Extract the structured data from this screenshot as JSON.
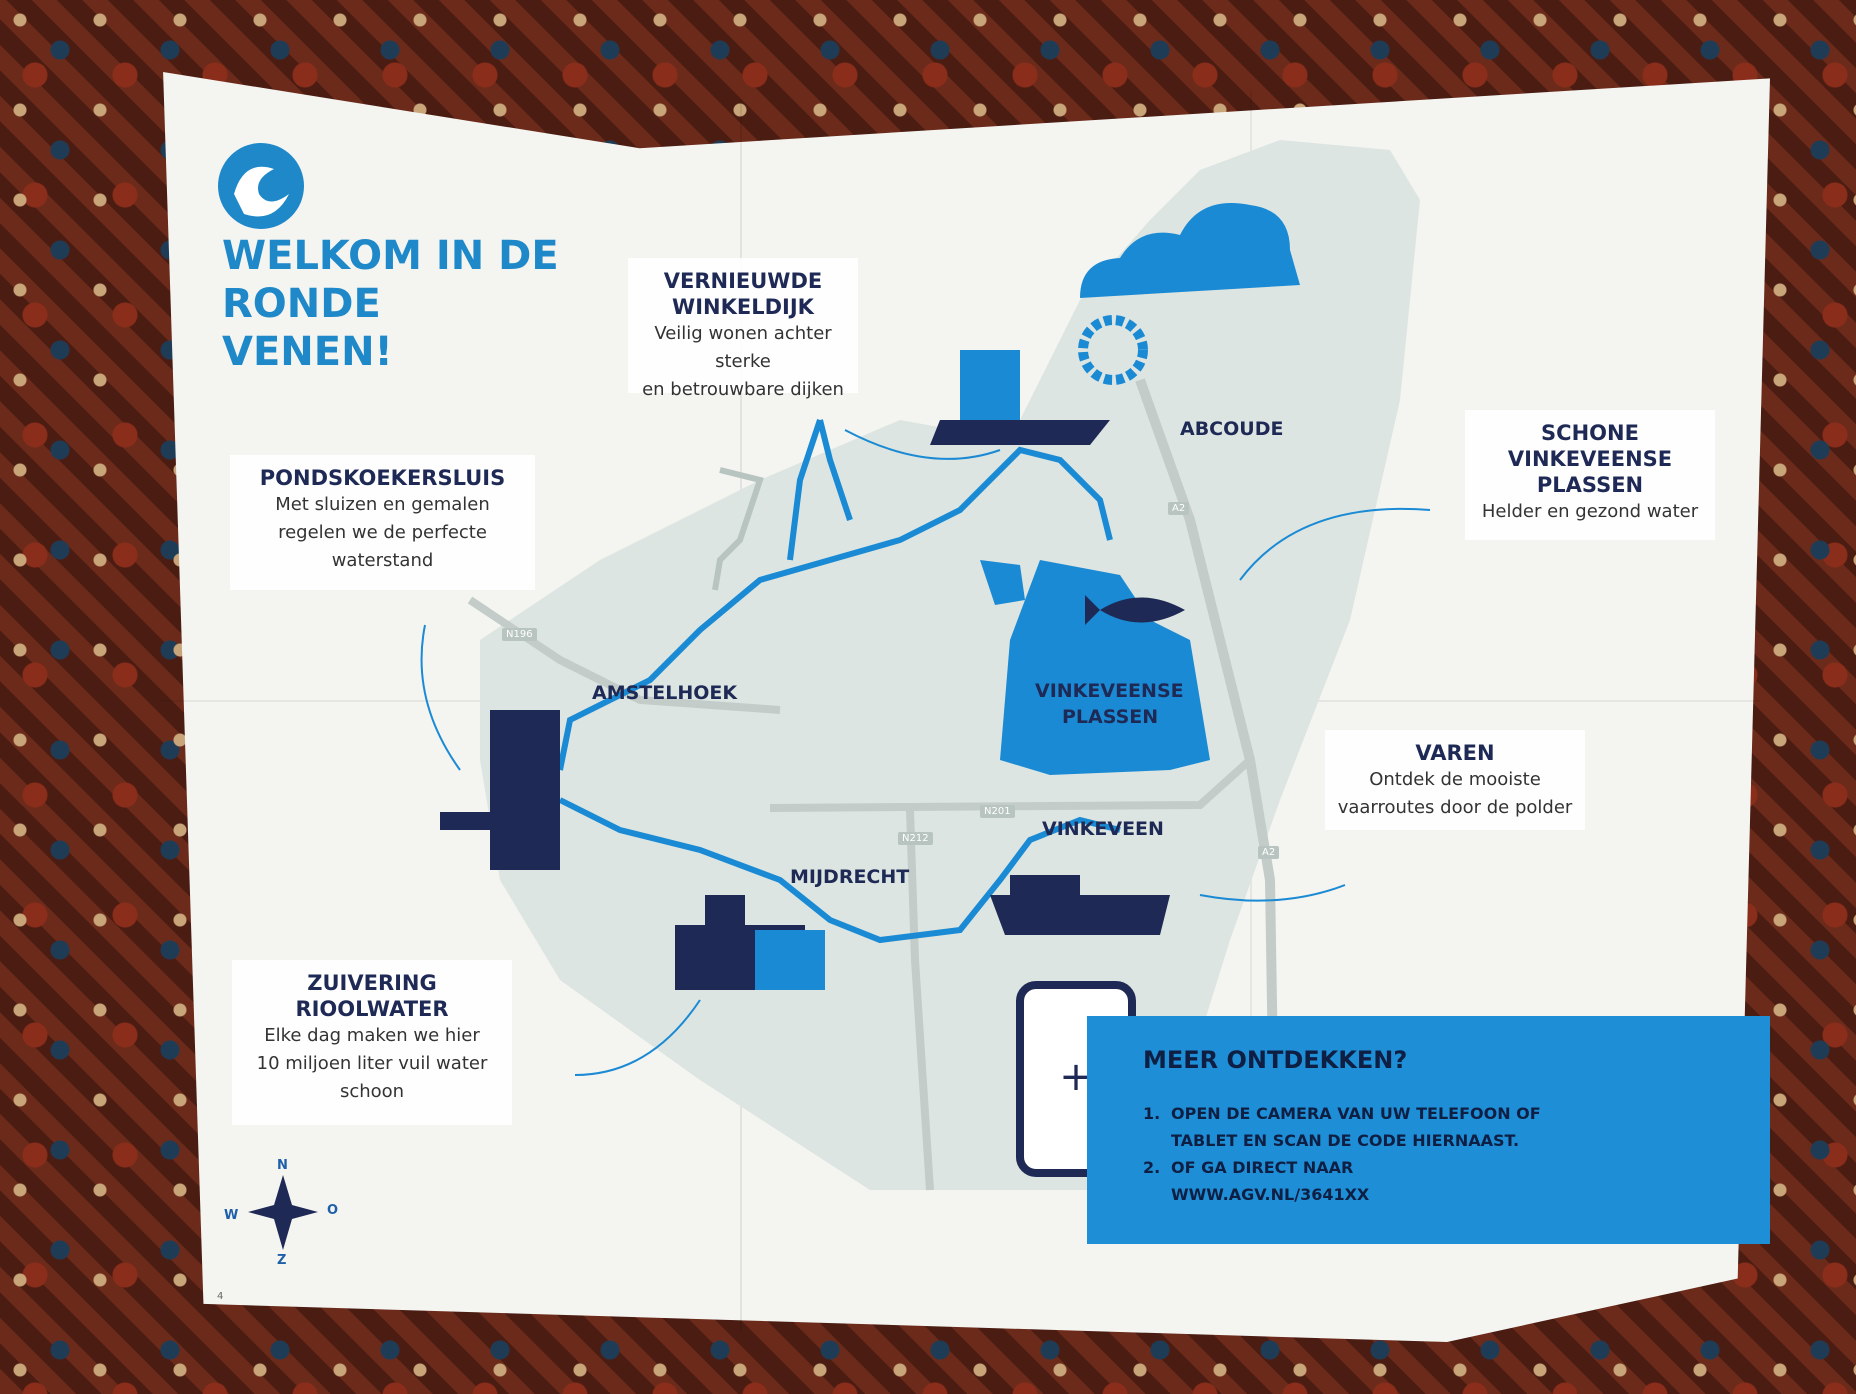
{
  "heading": {
    "line1": "WELKOM IN DE",
    "line2": "RONDE VENEN!"
  },
  "brand_color": "#1e88c9",
  "logo_icon": "agv-wave-logo",
  "info_boxes": [
    {
      "title": "VERNIEUWDE\nWINKELDIJK",
      "title_l1": "VERNIEUWDE",
      "title_l2": "WINKELDIJK",
      "desc_l1": "Veilig wonen achter sterke",
      "desc_l2": "en betrouwbare dijken"
    },
    {
      "title_l1": "PONDSKOEKERSLUIS",
      "desc_l1": "Met sluizen en gemalen",
      "desc_l2": "regelen we de perfecte",
      "desc_l3": "waterstand"
    },
    {
      "title_l1": "SCHONE",
      "title_l2": "VINKEVEENSE",
      "title_l3": "PLASSEN",
      "desc_l1": "Helder en gezond water"
    },
    {
      "title_l1": "VAREN",
      "desc_l1": "Ontdek de mooiste",
      "desc_l2": "vaarroutes door de polder"
    },
    {
      "title_l1": "ZUIVERING",
      "title_l2": "RIOOLWATER",
      "desc_l1": "Elke dag maken we hier",
      "desc_l2": "10 miljoen liter vuil water",
      "desc_l3": "schoon"
    }
  ],
  "places": {
    "abcoude": "ABCOUDE",
    "amstelhoek": "AMSTELHOEK",
    "vinkeveense_l1": "VINKEVEENSE",
    "vinkeveense_l2": "PLASSEN",
    "vinkeveen": "VINKEVEEN",
    "mijdrecht": "MIJDRECHT"
  },
  "roads": {
    "a2_north": "A2",
    "a2_south": "A2",
    "n196": "N196",
    "n201": "N201",
    "n212": "N212"
  },
  "panel": {
    "title": "MEER ONTDEKKEN?",
    "steps": [
      {
        "num": "1.",
        "l1": "OPEN DE CAMERA VAN UW TELEFOON OF",
        "l2": "TABLET EN SCAN DE CODE HIERNAAST."
      },
      {
        "num": "2.",
        "l1": "OF GA DIRECT NAAR",
        "l2": "WWW.AGV.NL/3641XX"
      }
    ]
  },
  "compass": {
    "n": "N",
    "o": "O",
    "z": "Z",
    "w": "W"
  },
  "page_number": "4"
}
